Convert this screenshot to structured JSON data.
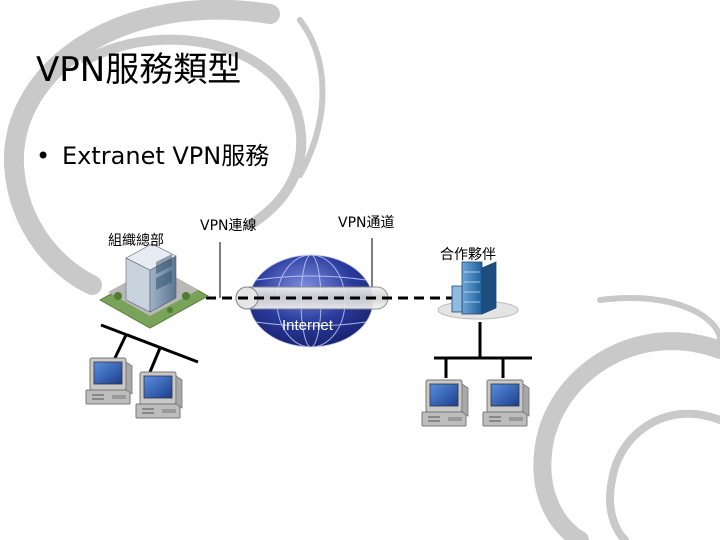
{
  "slide": {
    "title": "VPN服務類型",
    "bullet": "Extranet VPN服務"
  },
  "diagram": {
    "hq_label": "組織總部",
    "vpn_connection_label": "VPN連線",
    "vpn_tunnel_label": "VPN通道",
    "partner_label": "合作夥伴",
    "internet_label": "Internet"
  },
  "colors": {
    "swirl": "#c9c9c9",
    "globe": "#2a3a9c",
    "globe_light": "#7e8ee0",
    "tunnel": "#e2e2e2",
    "monitor": "#2d5fb8",
    "pc_body": "#c8c8c8"
  }
}
